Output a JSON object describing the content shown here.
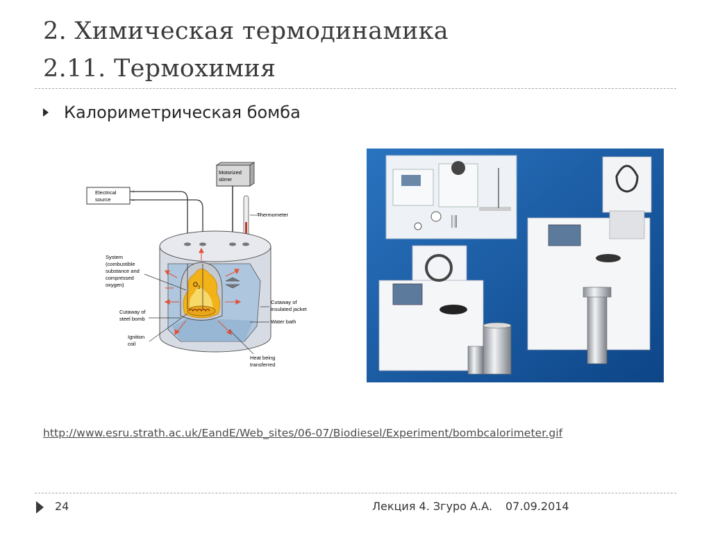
{
  "title": {
    "line1": "2. Химическая термодинамика",
    "line2": "2.11. Термохимия"
  },
  "bullet": {
    "text": "Калориметрическая бомба"
  },
  "diagram": {
    "labels": {
      "electrical_source_1": "Electrical",
      "electrical_source_2": "source",
      "plus": "+",
      "minus": "−",
      "stirrer_1": "Motorized",
      "stirrer_2": "stirrer",
      "thermometer": "Thermometer",
      "system_1": "System",
      "system_2": "(combustible",
      "system_3": "substance and",
      "system_4": "compressed",
      "system_5": "oxygen)",
      "o2": "O",
      "o2_sub": "2",
      "steel_bomb_1": "Cutaway of",
      "steel_bomb_2": "steel bomb",
      "ignition_1": "Ignition",
      "ignition_2": "coil",
      "jacket_1": "Cutaway of",
      "jacket_2": "insulated jacket",
      "water_bath": "Water bath",
      "heat_1": "Heat being",
      "heat_2": "transferred"
    }
  },
  "photo": {
    "icon": "bomb-calorimeter-photo"
  },
  "link": {
    "text": "http://www.esru.strath.ac.uk/EandE/Web_sites/06-07/Biodiesel/Experiment/bombcalorimeter.gif"
  },
  "footer": {
    "page_number": "24",
    "center": "Лекция 4. Згуро А.А.",
    "date": "07.09.2014"
  },
  "colors": {
    "title": "#3a3a3a",
    "text": "#262626",
    "photo_bg": "#1d5fa8",
    "flame": "#f2b21a"
  }
}
